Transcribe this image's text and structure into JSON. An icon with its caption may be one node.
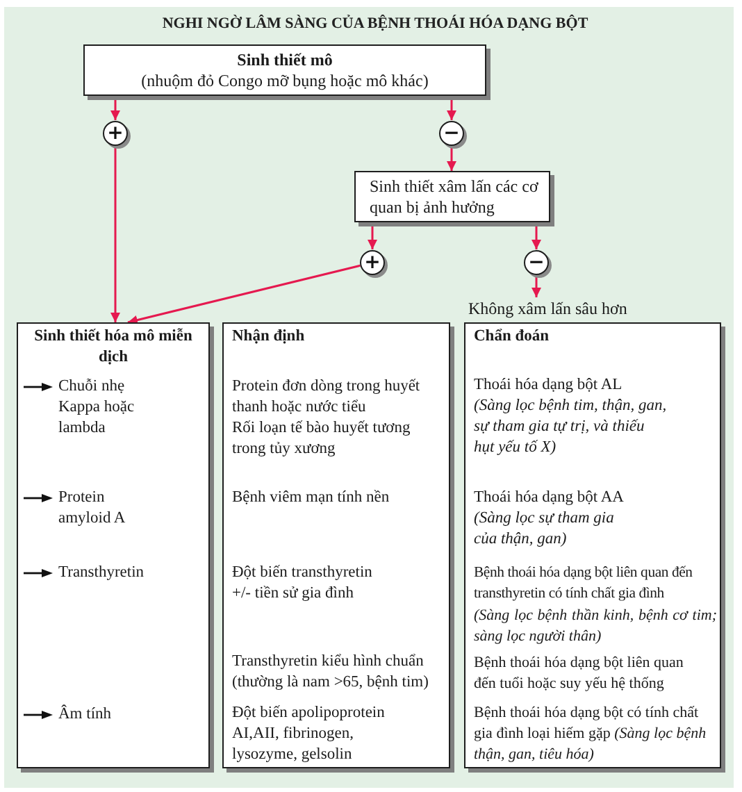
{
  "diagram": {
    "title": "NGHI NGỜ LÂM SÀNG CỦA BỆNH THOÁI HÓA DẠNG BỘT",
    "nodes": [
      {
        "text": [
          "Sinh thiết mô",
          "(nhuộm đỏ Congo mỡ bụng hoặc mô khác)"
        ]
      },
      {
        "text": [
          "+"
        ]
      },
      {
        "text": [
          "−"
        ]
      },
      {
        "text": [
          "Sinh thiết xâm lấn các cơ quan bị ảnh hưởng"
        ]
      },
      {
        "text": [
          "+"
        ]
      },
      {
        "text": [
          "−"
        ]
      },
      {
        "text": [
          "Không xâm lấn sâu hơn"
        ]
      },
      {
        "text": [
          "Sinh thiết hóa mô miễn dịch",
          "Chuỗi nhẹ Kappa hoặc lambda",
          "Protein amyloid A",
          "Transthyretin",
          "Âm tính"
        ]
      },
      {
        "text": [
          "Nhận định",
          "Protein đơn dòng trong huyết thanh hoặc nước tiểu",
          "Rối loạn tế bào huyết tương trong tủy xương",
          "Bệnh viêm mạn tính nền",
          "Đột biến transthyretin +/- tiền sử gia đình",
          "Transthyretin kiểu hình chuẩn (thường là nam >65, bệnh tim)",
          "Đột biến apolipoprotein AI,AII, fibrinogen, lysozyme, gelsolin"
        ]
      },
      {
        "text": [
          "Chẩn đoán",
          "Thoái hóa dạng bột AL",
          "(Sàng lọc bệnh tim, thận, gan, sự tham gia tự trị, và thiếu hụt yếu tố X)",
          "Thoái hóa dạng bột AA",
          "(Sàng lọc sự tham gia của thận, gan)",
          "Bệnh thoái hóa dạng bột liên quan đến transthyretin có tính chất gia đình",
          "(Sàng lọc bệnh thần kinh, bệnh cơ tim; sàng lọc người thân)",
          "Bệnh thoái hóa dạng bột liên quan đến tuổi hoặc suy yếu hệ thống",
          "Bệnh thoái hóa dạng bột có tính chất gia đình loại hiếm gặp *(Sàng lọc bệnh thận, gan, tiêu hóa)*"
        ]
      }
    ],
    "edges": [
      {
        "from": 0,
        "to": 1,
        "arrow": "to"
      },
      {
        "from": 0,
        "to": 2,
        "arrow": "to"
      },
      {
        "from": 2,
        "to": 3,
        "arrow": "to"
      },
      {
        "from": 1,
        "to": 7,
        "arrow": "to"
      },
      {
        "from": 3,
        "to": 4,
        "arrow": "to"
      },
      {
        "from": 3,
        "to": 5,
        "arrow": "to"
      },
      {
        "from": 4,
        "to": 7,
        "arrow": "to"
      },
      {
        "from": 5,
        "to": 6,
        "arrow": "to"
      }
    ]
  }
}
